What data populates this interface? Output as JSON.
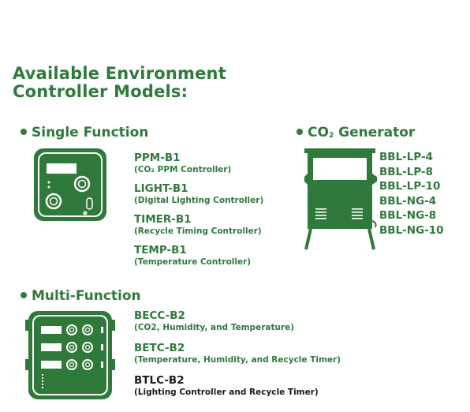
{
  "page_title": {
    "line1": "Available Environment",
    "line2": "Controller Models:"
  },
  "single_function": {
    "heading": "Single Function",
    "models": [
      {
        "name": "PPM-B1",
        "desc": "(CO₂ PPM Controller)"
      },
      {
        "name": "LIGHT-B1",
        "desc": "(Digital Lighting Controller)"
      },
      {
        "name": "TIMER-B1",
        "desc": "(Recycle Timing Controller)"
      },
      {
        "name": "TEMP-B1",
        "desc": "(Temperature Controller)"
      }
    ]
  },
  "co2_generator": {
    "heading_prefix": "CO",
    "heading_sub": "2",
    "heading_suffix": " Generator",
    "models": [
      "BBL-LP-4",
      "BBL-LP-8",
      "BBL-LP-10",
      "BBL-NG-4",
      "BBL-NG-8",
      "BBL-NG-10"
    ]
  },
  "multi_function": {
    "heading": "Multi-Function",
    "models": [
      {
        "name": "BECC-B2",
        "desc": "(CO2, Humidity, and Temperature)"
      },
      {
        "name": "BETC-B2",
        "desc": "(Temperature, Humidity, and Recycle Timer)"
      },
      {
        "name": "BTLC-B2",
        "desc": "(Lighting Controller and Recycle Timer)"
      }
    ]
  },
  "colors": {
    "brand_green": "#2f7a3b",
    "dark_text": "#1a1a1a"
  },
  "icons": [
    "single-function-controller-icon",
    "co2-generator-icon",
    "multi-function-controller-icon"
  ]
}
